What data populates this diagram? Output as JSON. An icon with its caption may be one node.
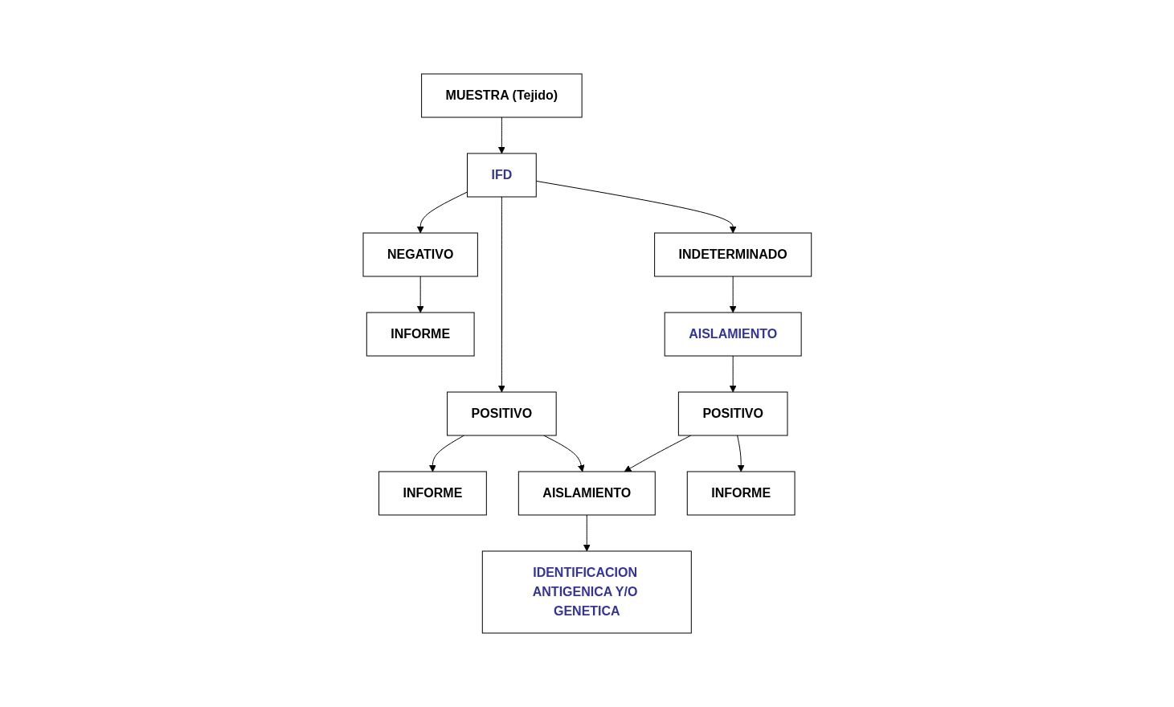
{
  "diagram": {
    "nodes": [
      {
        "text": [
          "MUESTRA (Tejido)"
        ]
      },
      {
        "text": [
          "IFD"
        ]
      },
      {
        "text": [
          "NEGATIVO"
        ]
      },
      {
        "text": [
          "INDETERMINADO"
        ]
      },
      {
        "text": [
          "POSITIVO"
        ]
      },
      {
        "text": [
          "INFORME"
        ]
      },
      {
        "text": [
          "AISLAMIENTO"
        ]
      },
      {
        "text": [
          "INFORME"
        ]
      },
      {
        "text": [
          "AISLAMIENTO"
        ]
      },
      {
        "text": [
          "POSITIVO"
        ]
      },
      {
        "text": [
          "IDENTIFICACION ANTIGENICA Y/O GENETICA"
        ]
      },
      {
        "text": [
          "INFORME"
        ]
      }
    ],
    "edges": [
      {
        "from": 0,
        "to": 1,
        "arrow": "to"
      },
      {
        "from": 1,
        "to": 2,
        "arrow": "to"
      },
      {
        "from": 1,
        "to": 3,
        "arrow": "to"
      },
      {
        "from": 1,
        "to": 4,
        "arrow": "to"
      },
      {
        "from": 2,
        "to": 5,
        "arrow": "to"
      },
      {
        "from": 3,
        "to": 6,
        "arrow": "to"
      },
      {
        "from": 4,
        "to": 7,
        "arrow": "to"
      },
      {
        "from": 4,
        "to": 8,
        "arrow": "to"
      },
      {
        "from": 6,
        "to": 9,
        "arrow": "to"
      },
      {
        "from": 9,
        "to": 8,
        "arrow": "to"
      },
      {
        "from": 8,
        "to": 10,
        "arrow": "to"
      },
      {
        "from": 9,
        "to": 11,
        "arrow": "to"
      }
    ]
  }
}
